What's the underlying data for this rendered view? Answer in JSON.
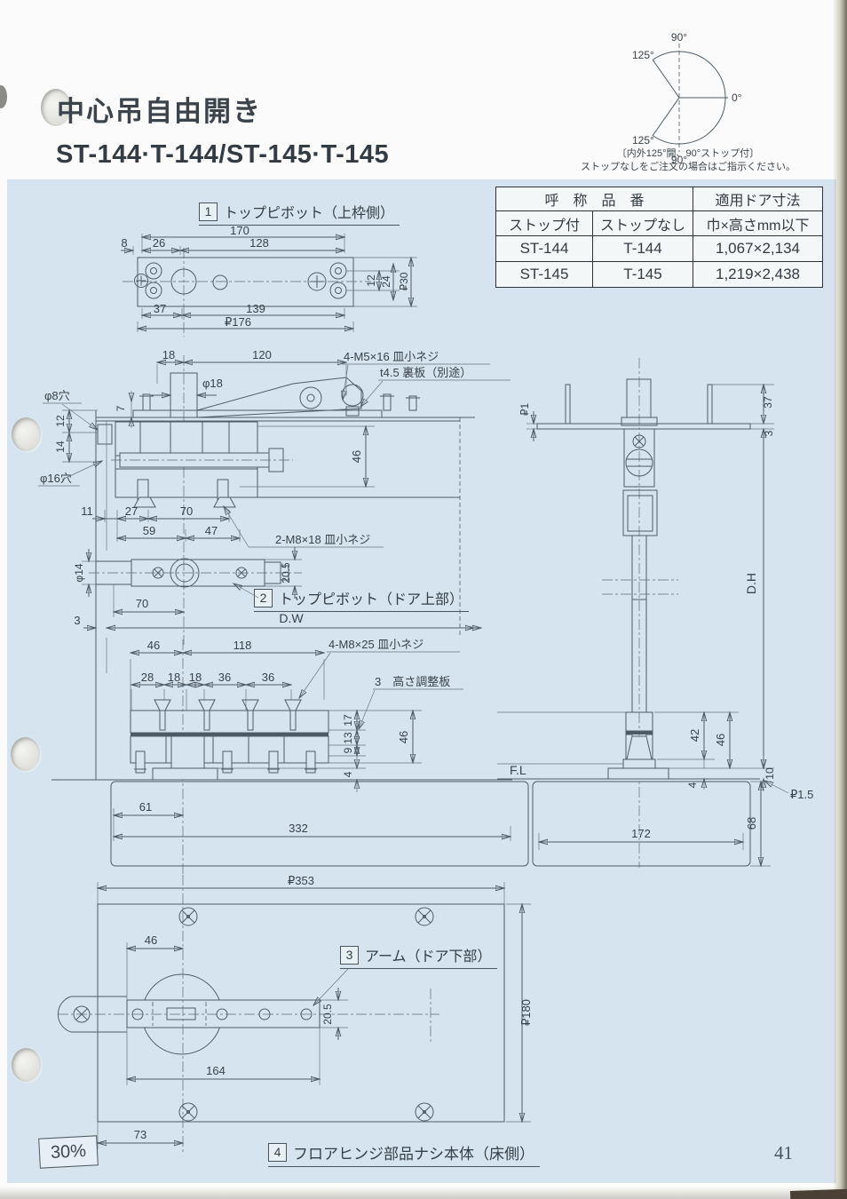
{
  "page": {
    "title": "中心吊自由開き",
    "models": "ST-144·T-144/ST-145·T-145",
    "page_number": "41",
    "scale_badge": "30%"
  },
  "angle": {
    "deg_top": "90°",
    "deg_upper_left": "125°",
    "deg_right": "0°",
    "deg_lower_left": "125°",
    "deg_bottom": "90°",
    "caption1": "〔内外125°開、90°ストップ付〕",
    "caption2": "ストップなしをご注文の場合はご指示ください。"
  },
  "table": {
    "h_name": "呼　称　品　番",
    "h_size": "適用ドア寸法",
    "c_stop": "ストップ付",
    "c_nostop": "ストップなし",
    "c_dim": "巾×高さmm以下",
    "rows": [
      {
        "stop": "ST-144",
        "nostop": "T-144",
        "size": "1,067×2,134"
      },
      {
        "stop": "ST-145",
        "nostop": "T-145",
        "size": "1,219×2,438"
      }
    ]
  },
  "d1": {
    "num": "1",
    "title": "トップピボット（上枠側）",
    "a": "170",
    "b": "8",
    "c": "26",
    "d": "128",
    "e": "12",
    "f": "24",
    "g": "₽30",
    "h": "37",
    "i": "139",
    "j": "₽176"
  },
  "d2": {
    "num": "2",
    "title": "トップピボット（ドア上部）",
    "screw_label": "4-M5×16 皿小ネジ",
    "plate_label": "t4.5 裏板（別途）",
    "hole8": "φ8穴",
    "hole16": "φ16穴",
    "dia18": "φ18",
    "screw2_label": "2-M8×18 皿小ネジ",
    "a": "18",
    "b": "120",
    "c": "7",
    "d": "12",
    "e": "14",
    "f": "46",
    "g": "11",
    "h": "27",
    "i": "70",
    "j": "59",
    "k": "47",
    "dia14": "φ14",
    "l": "20.5",
    "m": "70",
    "n": "3",
    "dw": "D.W"
  },
  "d3": {
    "screw_label": "4-M8×25 皿小ネジ",
    "adjust_label": "3　高さ調整板",
    "a": "46",
    "b": "118",
    "c": "28",
    "d": "18",
    "e": "18",
    "f": "36",
    "g": "36",
    "h": "17",
    "i": "13",
    "j": "9",
    "k": "4",
    "l": "46",
    "fl": "F.L",
    "m": "61",
    "n": "332"
  },
  "dr": {
    "a": "₽1",
    "b": "37",
    "c": "3",
    "dh": "D.H",
    "d": "42",
    "e": "46",
    "f": "10",
    "g": "₽1.5",
    "h": "4",
    "i": "68",
    "j": "172"
  },
  "d4": {
    "num3": "3",
    "title3": "アーム（ドア下部）",
    "num4": "4",
    "title4": "フロアヒンジ部品ナシ本体（床側）",
    "w": "₽353",
    "a": "46",
    "b": "20.5",
    "c": "164",
    "d": "73",
    "hgt": "₽180"
  }
}
